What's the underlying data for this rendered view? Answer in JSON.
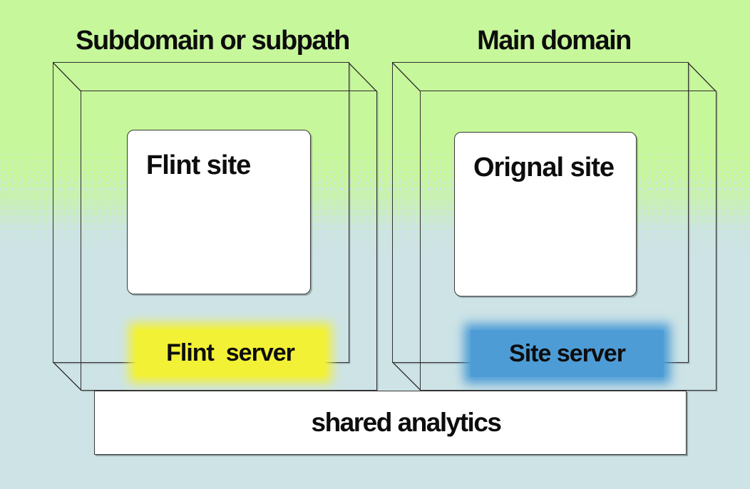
{
  "colors": {
    "bg-green": "#c7f79b",
    "bg-blue": "#cde3e6",
    "line": "#2e2e2e",
    "card-bg": "#ffffff",
    "text": "#0d0d0d",
    "highlight-yellow": "#f3f136",
    "highlight-blue": "#4d9cd6"
  },
  "groups": {
    "left": {
      "title": "Subdomain or subpath",
      "site_label": "Flint site",
      "server_label": "Flint  server"
    },
    "right": {
      "title": "Main domain",
      "site_label": "Orignal site",
      "server_label": "Site server"
    }
  },
  "footer": {
    "label": "shared analytics"
  }
}
